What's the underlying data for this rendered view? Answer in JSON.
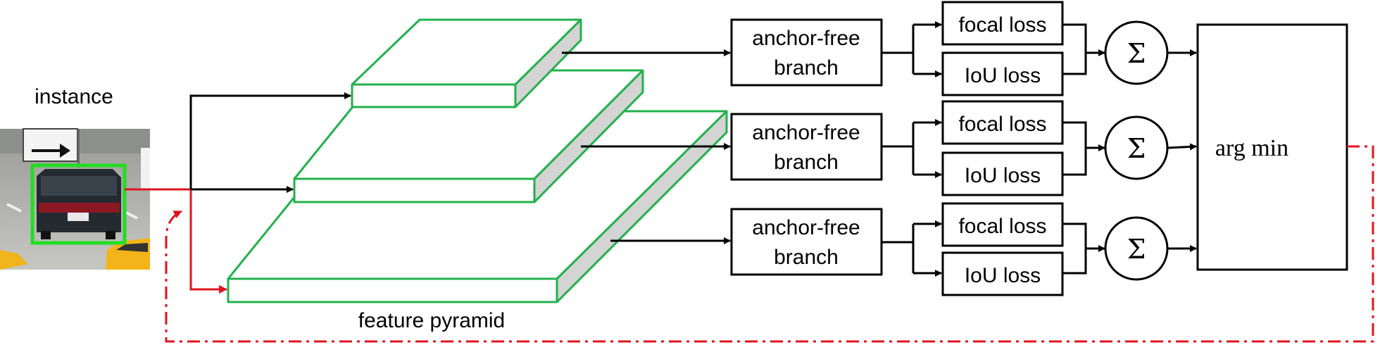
{
  "instance_label": "instance",
  "feature_pyramid_label": "feature pyramid",
  "branches": [
    {
      "line1": "anchor-free",
      "line2": "branch",
      "focal": "focal loss",
      "iou": "IoU loss",
      "sum": "Σ"
    },
    {
      "line1": "anchor-free",
      "line2": "branch",
      "focal": "focal loss",
      "iou": "IoU loss",
      "sum": "Σ"
    },
    {
      "line1": "anchor-free",
      "line2": "branch",
      "focal": "focal loss",
      "iou": "IoU loss",
      "sum": "Σ"
    }
  ],
  "argmin_label": "arg min",
  "colors": {
    "pyramid_edge": "#22b14c",
    "pyramid_side": "#d4d4d4",
    "feedback": "#e0141e",
    "bbox": "#22dd22",
    "line": "#000000"
  }
}
